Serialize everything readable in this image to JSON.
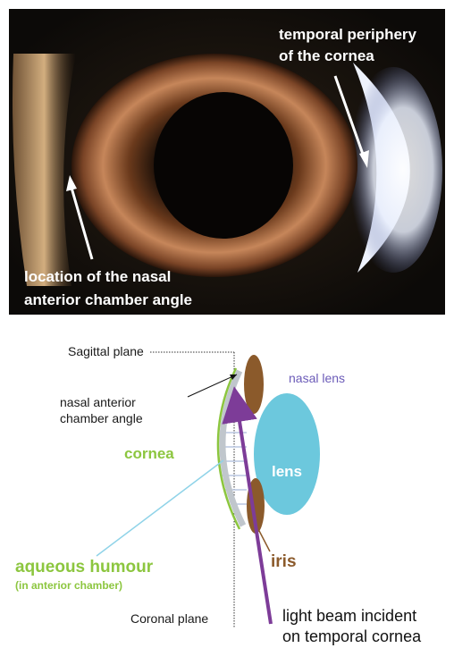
{
  "photo": {
    "label_temporal_line1": "temporal periphery",
    "label_temporal_line2": "of the cornea",
    "label_nasal_line1": "location of the nasal",
    "label_nasal_line2": "anterior chamber angle"
  },
  "diagram": {
    "sagittal_plane": "Sagittal plane",
    "nasal_lens": "nasal lens",
    "nasal_angle_line1": "nasal anterior",
    "nasal_angle_line2": "chamber angle",
    "cornea": "cornea",
    "lens": "lens",
    "aqueous_line1": "aqueous humour",
    "aqueous_line2": "(in anterior chamber)",
    "iris": "iris",
    "coronal_plane": "Coronal plane",
    "beam_line1": "light beam incident",
    "beam_line2": "on temporal cornea"
  },
  "colors": {
    "cornea_green": "#8cc63f",
    "lens_blue": "#6cc8dd",
    "iris_brown": "#8b5a2b",
    "beam_purple": "#7d3c98",
    "nasal_lens_text": "#6b5bb8",
    "aqueous_line": "#8fd3e8"
  }
}
